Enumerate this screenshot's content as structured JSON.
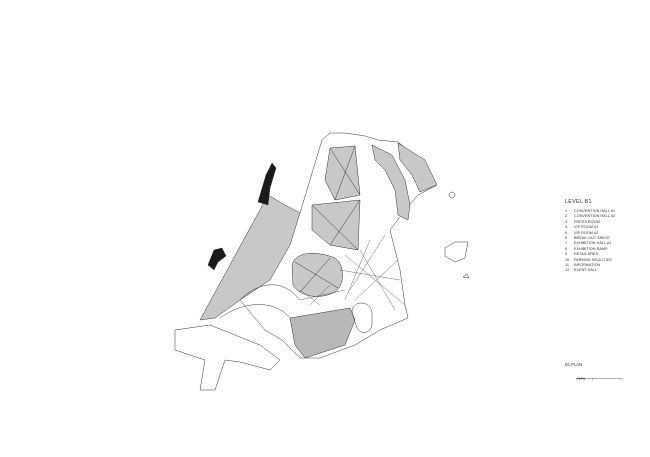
{
  "drawing": {
    "type": "architectural-floor-plan",
    "level": "LEVEL B1",
    "colors": {
      "background": "#ffffff",
      "fill_gray": "#c8c8c8",
      "line": "#333333",
      "solid": "#1a1a1a"
    }
  },
  "legend": {
    "title": "LEVEL B1",
    "items": [
      {
        "num": "1",
        "label": "CONVENTION HALL #1"
      },
      {
        "num": "2",
        "label": "CONVENTION HALL #2"
      },
      {
        "num": "3",
        "label": "PRESS ROOM"
      },
      {
        "num": "4",
        "label": "VIP ROOM #1"
      },
      {
        "num": "5",
        "label": "VIP ROOM #2"
      },
      {
        "num": "6",
        "label": "BREAK-OUT SPACE"
      },
      {
        "num": "7",
        "label": "EXHIBITION HALL #1"
      },
      {
        "num": "8",
        "label": "EXHIBITION RAMP"
      },
      {
        "num": "9",
        "label": "RETAIL AREA"
      },
      {
        "num": "10",
        "label": "PARKING FACILITIES"
      },
      {
        "num": "11",
        "label": "INFORMATION"
      },
      {
        "num": "12",
        "label": "EVENT HALL"
      }
    ]
  },
  "scale": {
    "title": "B1 PLAN"
  }
}
